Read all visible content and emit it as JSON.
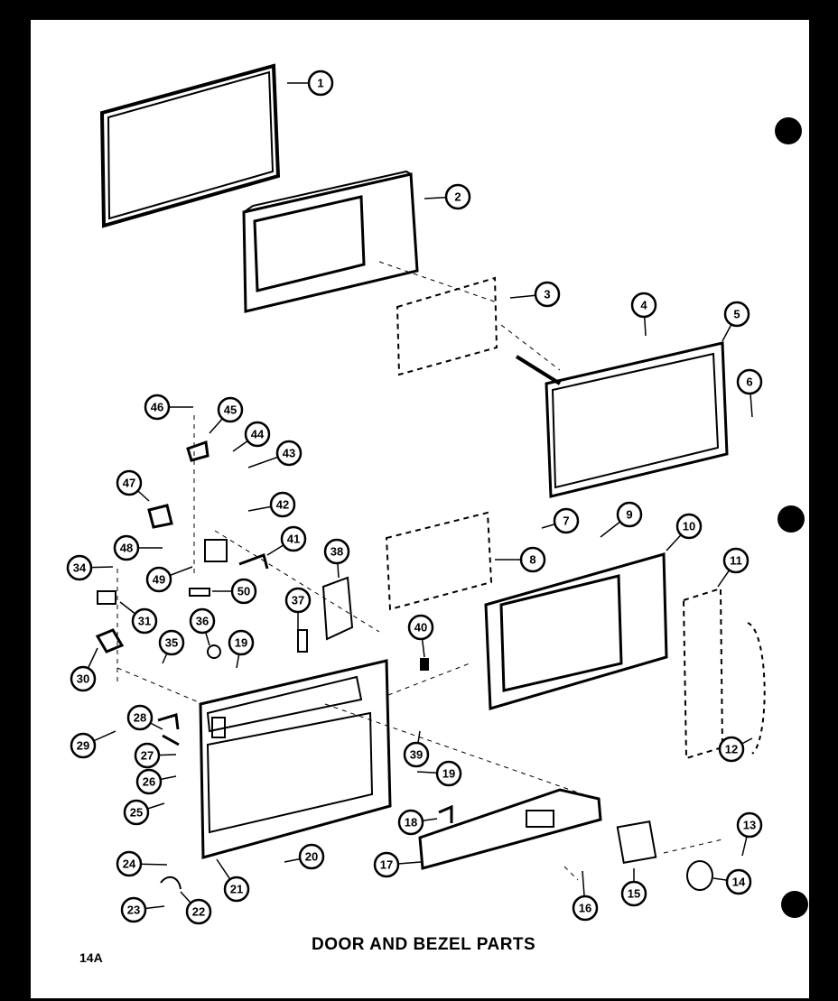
{
  "title": "DOOR AND BEZEL PARTS",
  "page_number": "14A",
  "callouts": [
    "1",
    "2",
    "3",
    "4",
    "5",
    "6",
    "7",
    "8",
    "9",
    "10",
    "11",
    "12",
    "13",
    "14",
    "15",
    "16",
    "17",
    "18",
    "19",
    "19",
    "20",
    "21",
    "22",
    "23",
    "24",
    "25",
    "26",
    "27",
    "28",
    "29",
    "30",
    "31",
    "34",
    "35",
    "36",
    "37",
    "38",
    "39",
    "40",
    "41",
    "42",
    "43",
    "44",
    "45",
    "46",
    "47",
    "48",
    "49",
    "50"
  ]
}
